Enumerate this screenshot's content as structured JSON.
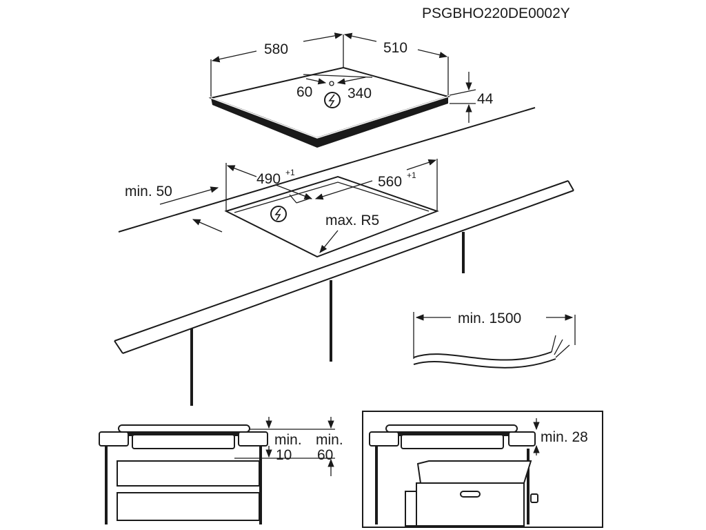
{
  "doc_code": "PSGBHO220DE0002Y",
  "hob_dims": {
    "width": "580",
    "depth": "510",
    "height": "44",
    "cable_offset_a": "60",
    "cable_offset_b": "340"
  },
  "cutout": {
    "width": "490",
    "width_tol": "+1",
    "depth": "560",
    "depth_tol": "+1",
    "radius": "max. R5",
    "edge_clearance": "min. 50"
  },
  "cable": {
    "length": "min. 1500"
  },
  "section_left": {
    "gap_label": "min.",
    "gap_value": "10",
    "depth_label": "min.",
    "depth_value": "60"
  },
  "section_right": {
    "clearance": "min. 28"
  },
  "icons": [
    "electric-connection-icon"
  ]
}
